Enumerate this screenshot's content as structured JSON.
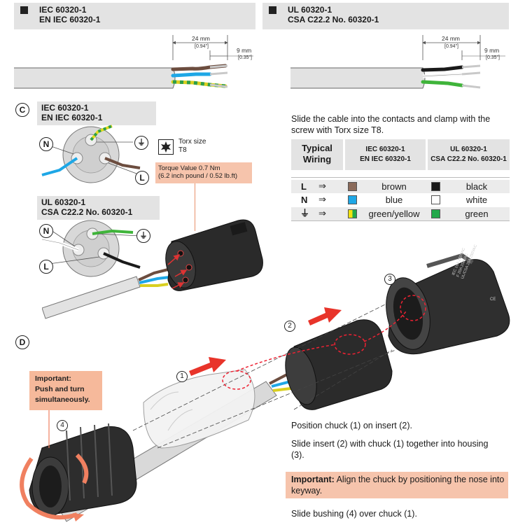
{
  "top_left_header": {
    "line1": "IEC 60320-1",
    "line2": "EN IEC 60320-1"
  },
  "top_right_header": {
    "line1": "UL 60320-1",
    "line2": "CSA C22.2 No. 60320-1"
  },
  "dimensions": {
    "strip_mm": "24 mm",
    "strip_in": "[0.94\"]",
    "wire_mm": "9 mm",
    "wire_in": "[0.35\"]"
  },
  "section_c": {
    "letter": "C",
    "iec_box": {
      "line1": "IEC 60320-1",
      "line2": "EN IEC 60320-1"
    },
    "ul_box": {
      "line1": "UL 60320-1",
      "line2": "CSA C22.2 No. 60320-1"
    },
    "torx_label": {
      "line1": "Torx size",
      "line2": "T8"
    },
    "torque_note": {
      "line1": "Torque Value 0.7 Nm",
      "line2": "(6.2 inch pound / 0.52 lb.ft)"
    },
    "pins": {
      "n": "N",
      "l": "L"
    }
  },
  "instructions": {
    "slide_cable": "Slide the cable into the contacts and clamp with the screw with Torx size T8."
  },
  "wiring_table": {
    "col1_header": {
      "line1": "Typical",
      "line2": "Wiring"
    },
    "col2_header": {
      "line1": "IEC 60320-1",
      "line2": "EN IEC 60320-1"
    },
    "col3_header": {
      "line1": "UL 60320-1",
      "line2": "CSA C22.2 No. 60320-1"
    },
    "rows": [
      {
        "label": "L",
        "arrow": "⇒",
        "iec_color_name": "brown",
        "iec_color": "#8a6a5a",
        "ul_color_name": "black",
        "ul_color": "#1a1a1a"
      },
      {
        "label": "N",
        "arrow": "⇒",
        "iec_color_name": "blue",
        "iec_color": "#1ea7e6",
        "ul_color_name": "white",
        "ul_color": "#ffffff"
      },
      {
        "label": "⏚",
        "arrow": "⇒",
        "iec_color_name": "green/yellow",
        "iec_color": "#f2e30f",
        "ul_color_name": "green",
        "ul_color": "#22a84a"
      }
    ]
  },
  "section_d": {
    "letter": "D",
    "steps": {
      "s1": "1",
      "s2": "2",
      "s3": "3",
      "s4": "4"
    },
    "important_box": {
      "line1": "Important:",
      "line2": "Push and turn",
      "line3": "simultaneously."
    },
    "housing_marking": {
      "line1": "IEC 16A 250VAC",
      "line2": "F 20A 250VAC",
      "line3": "UL/CSA 20A 250VAC",
      "line4": "CE"
    },
    "paragraphs": {
      "p1": "Position chuck (1) on insert (2).",
      "p2": "Slide insert (2) with chuck (1) together into housing (3).",
      "p3_bold": "Important:",
      "p3_rest": " Align the chuck by positioning the nose into keyway.",
      "p4": "Slide bushing (4) over chuck (1)."
    }
  }
}
